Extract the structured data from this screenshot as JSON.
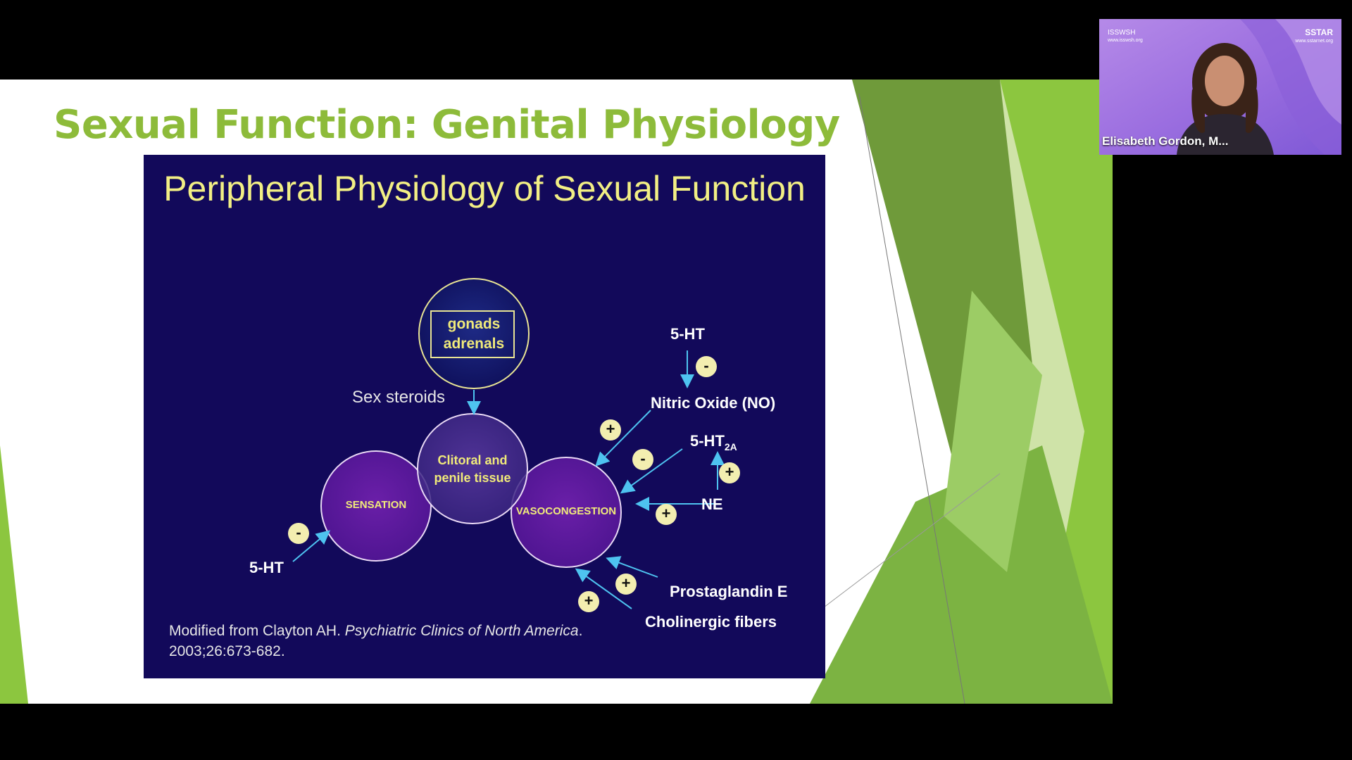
{
  "slide": {
    "title": "Sexual Function: Genital Physiology"
  },
  "diagram": {
    "title": "Peripheral Physiology of Sexual Function",
    "nodes": {
      "gonads": "gonads",
      "adrenals": "adrenals",
      "tissue_line1": "Clitoral and",
      "tissue_line2": "penile tissue",
      "sensation": "SENSATION",
      "vasocongestion": "VASOCONGESTION"
    },
    "labels": {
      "sex_steroids": "Sex steroids",
      "five_ht_top": "5-HT",
      "nitric_oxide": "Nitric Oxide (NO)",
      "five_ht_2a": "5-HT",
      "five_ht_2a_sub": "2A",
      "ne": "NE",
      "prostaglandin": "Prostaglandin E",
      "cholinergic": "Cholinergic fibers",
      "five_ht_bottom": "5-HT"
    },
    "signs": {
      "five_ht_top": "-",
      "nitric_oxide": "+",
      "five_ht_2a": "-",
      "five_ht_2a_up": "+",
      "ne": "+",
      "prostaglandin": "+",
      "cholinergic": "+",
      "five_ht_bottom": "-"
    },
    "citation": {
      "prefix": "Modified from Clayton AH. ",
      "journal": "Psychiatric Clinics of North America",
      "suffix": ".",
      "line2": "2003;26:673-682."
    }
  },
  "webcam": {
    "participant_name": "Elisabeth Gordon, M...",
    "logo_left": "ISSWSH",
    "logo_left_url": "www.isswsh.org",
    "logo_right": "SSTAR",
    "logo_right_url": "www.sstarnet.org"
  },
  "colors": {
    "slide_title": "#8dbb3a",
    "diagram_bg": "#12095a",
    "diagram_title": "#f2ef84",
    "arrow": "#4ec3f0",
    "accent_green": "#7cb342"
  }
}
